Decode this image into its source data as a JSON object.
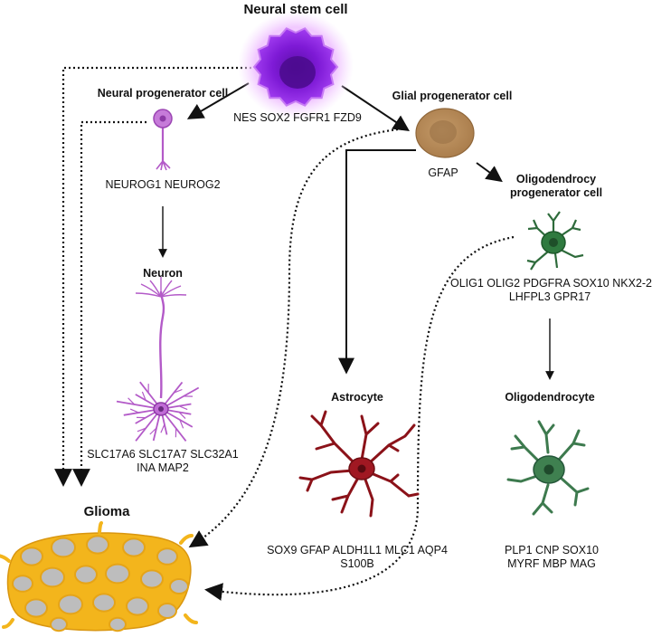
{
  "nodes": {
    "nsc": {
      "title": "Neural stem cell",
      "markers": "NES SOX2 FGFR1 FZD9"
    },
    "npc": {
      "title": "Neural progenerator cell",
      "markers": "NEUROG1 NEUROG2"
    },
    "gpc": {
      "title": "Glial progenerator cell",
      "markers": "GFAP"
    },
    "opc": {
      "title_line1": "Oligodendrocy",
      "title_line2": "progenerator cell",
      "markers_line1": "OLIG1 OLIG2 PDGFRA SOX10 NKX2-2",
      "markers_line2": "LHFPL3 GPR17"
    },
    "neuron": {
      "title": "Neuron",
      "markers_line1": "SLC17A6 SLC17A7 SLC32A1",
      "markers_line2": "INA MAP2"
    },
    "astro": {
      "title": "Astrocyte",
      "markers_line1": "SOX9 GFAP ALDH1L1 MLC1 AQP4",
      "markers_line2": "S100B"
    },
    "oligo": {
      "title": "Oligodendrocyte",
      "markers_line1": "PLP1 CNP SOX10",
      "markers_line2": "MYRF MBP MAG"
    },
    "glioma": {
      "title": "Glioma"
    }
  },
  "colors": {
    "stem": "#8a1fe0",
    "stem_glow": "#e9b6ff",
    "neural": "#b35ac8",
    "glial": "#b98d5a",
    "opc": "#2e6b3b",
    "astro": "#8b1219",
    "oligo": "#3d7a4e",
    "glioma": "#f3b51c",
    "glioma_nucleus": "#bdbdbd"
  }
}
